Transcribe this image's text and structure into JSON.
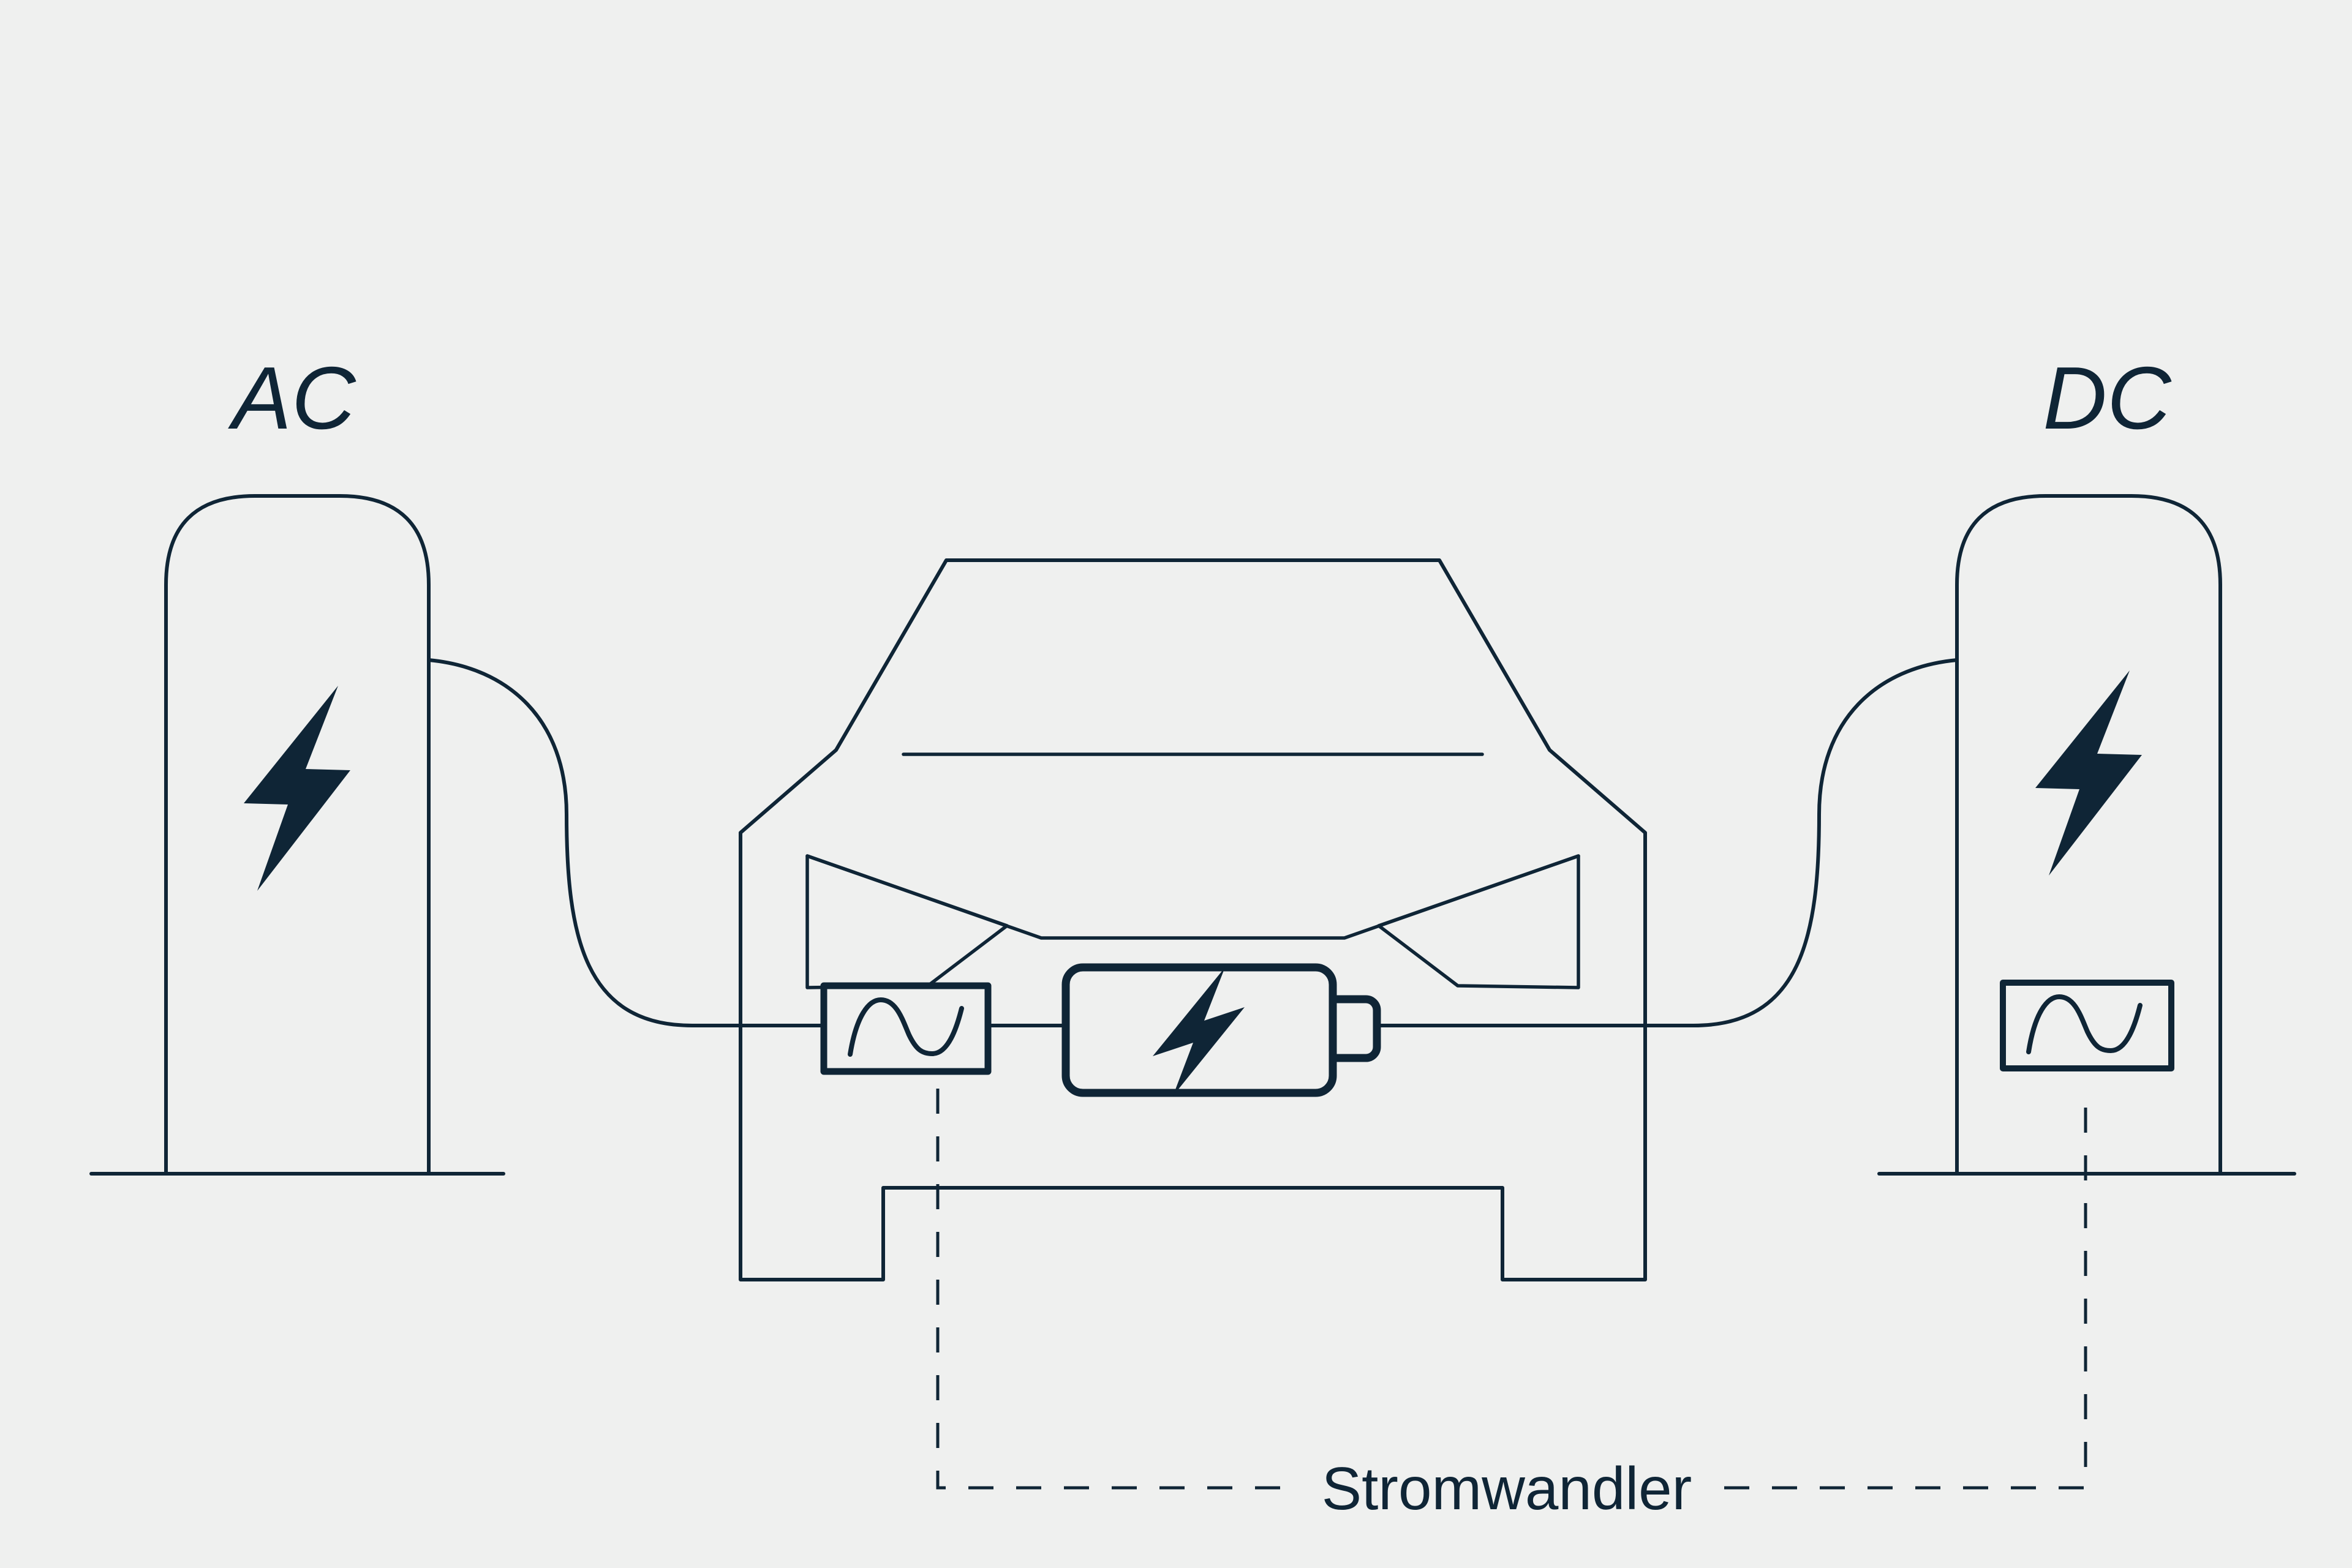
{
  "diagram": {
    "title_context": "AC vs DC charging of an electric car",
    "labels": {
      "left_station": "AC",
      "right_station": "DC",
      "converter_annotation": "Stromwandler"
    },
    "icons": [
      "lightning-bolt-icon",
      "sine-wave-icon",
      "battery-icon",
      "flash-icon"
    ],
    "colors": {
      "background": "#EFF0EF",
      "line": "#0F2536"
    }
  }
}
